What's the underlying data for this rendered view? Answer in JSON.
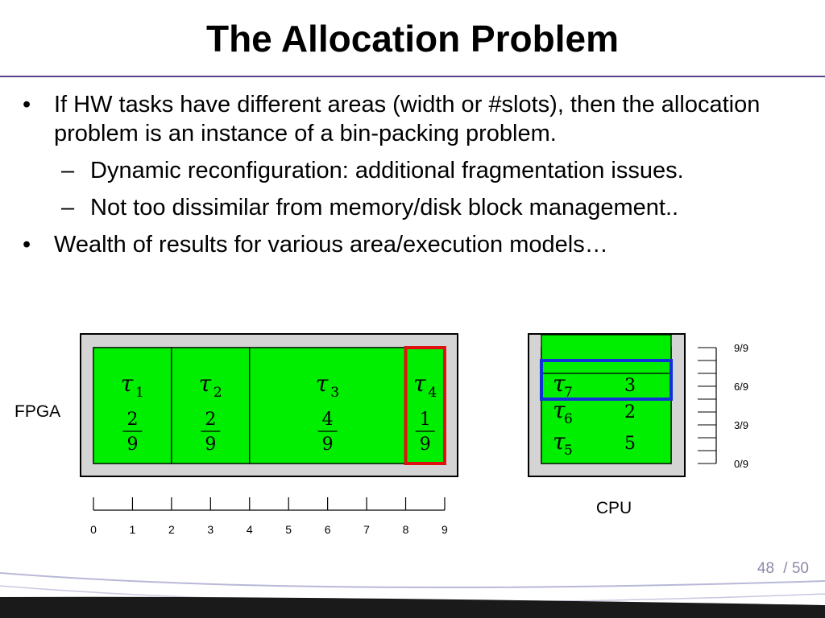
{
  "slide": {
    "title": "The Allocation Problem",
    "bullets": [
      {
        "level": 1,
        "marker": "•",
        "text": "If HW tasks have different areas (width or #slots), then the allocation problem is an instance of a bin-packing problem."
      },
      {
        "level": 2,
        "marker": "–",
        "text": "Dynamic reconfiguration: additional fragmentation issues."
      },
      {
        "level": 2,
        "marker": "–",
        "text": "Not too dissimilar from memory/disk block management.."
      },
      {
        "level": 1,
        "marker": "•",
        "text": "Wealth of results for various area/execution models…"
      }
    ],
    "page_current": "48",
    "page_total": "/ 50"
  },
  "fpga": {
    "label": "FPGA",
    "tasks": [
      {
        "symbol": "τ",
        "index": "1",
        "num": "2",
        "den": "9",
        "slots": 2
      },
      {
        "symbol": "τ",
        "index": "2",
        "num": "2",
        "den": "9",
        "slots": 2
      },
      {
        "symbol": "τ",
        "index": "3",
        "num": "4",
        "den": "9",
        "slots": 4
      },
      {
        "symbol": "τ",
        "index": "4",
        "num": "1",
        "den": "9",
        "slots": 1
      }
    ],
    "highlight_task_index": 3,
    "axis_ticks": [
      "0",
      "1",
      "2",
      "3",
      "4",
      "5",
      "6",
      "7",
      "8",
      "9"
    ]
  },
  "cpu": {
    "label": "CPU",
    "tasks": [
      {
        "symbol": "τ",
        "index": "7",
        "value": "3"
      },
      {
        "symbol": "τ",
        "index": "6",
        "value": "2"
      },
      {
        "symbol": "τ",
        "index": "5",
        "value": "5"
      }
    ],
    "axis_labels": [
      "9/9",
      "6/9",
      "3/9",
      "0/9"
    ]
  },
  "colors": {
    "task_fill": "#00ee00",
    "highlight_red": "#e01010",
    "highlight_blue": "#1030d8",
    "frame_gray": "#d4d4d4",
    "accent": "#5b3f8c"
  }
}
